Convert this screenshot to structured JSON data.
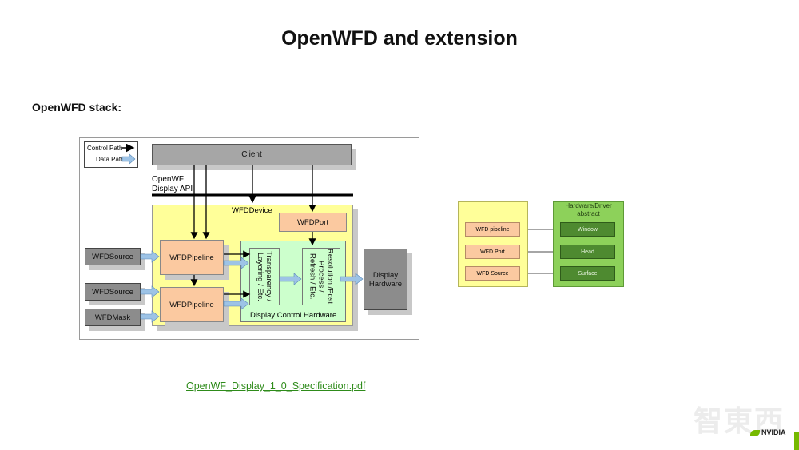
{
  "slide": {
    "title": "OpenWFD and extension",
    "subtitle": "OpenWFD stack:",
    "link_text": "OpenWF_Display_1_0_Specification.pdf"
  },
  "legend": {
    "control_path": "Control Path",
    "data_path": "Data Path"
  },
  "stack": {
    "client": "Client",
    "api_label_line1": "OpenWF",
    "api_label_line2": "Display API",
    "device": "WFDDevice",
    "port": "WFDPort",
    "source1": "WFDSource",
    "source2": "WFDSource",
    "mask": "WFDMask",
    "pipeline1": "WFDPipeline",
    "pipeline2": "WFDPipeline",
    "transparency": "Transparency / Layering / Etc.",
    "resolution": "Resolution /Post Process / Refresh / Etc.",
    "dch": "Display Control Hardware",
    "display_hw_line1": "Display",
    "display_hw_line2": "Hardware"
  },
  "mapping": {
    "left_items": [
      "WFD pipeline",
      "WFD Port",
      "WFD Source"
    ],
    "right_header_line1": "Hardware/Driver",
    "right_header_line2": "abstract",
    "right_items": [
      "Window",
      "Head",
      "Surface"
    ]
  },
  "branding": {
    "watermark": "智東西",
    "logo_text": "NVIDIA"
  },
  "colors": {
    "client_gray": "#a6a6a6",
    "dark_gray": "#8c8c8c",
    "device_yellow": "#ffff99",
    "pipeline_orange": "#fbc9a0",
    "dch_green": "#ccffcc",
    "data_arrow_blue": "#9dc3e6",
    "abstract_green": "#8dd15a",
    "abstract_dark_green": "#4e8a30",
    "nvidia_green": "#76b900"
  }
}
